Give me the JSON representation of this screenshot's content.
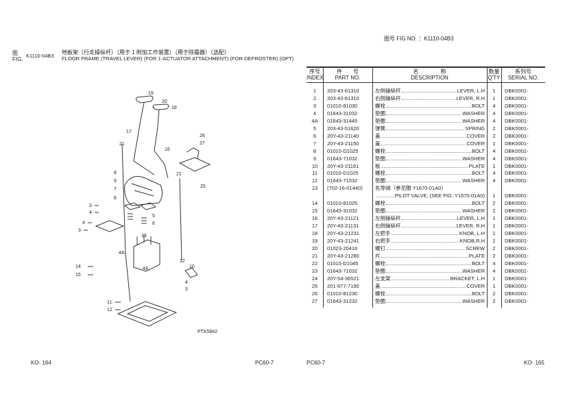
{
  "left_page": {
    "fig_label_cn": "图",
    "fig_label_en": "FIG.",
    "fig_no": "K1110-04B3",
    "title_cn": "地板架（行走操纵杆）（用于 1 附加工作装置）（用于除霜器）（选配）",
    "title_en": "FLOOR FRAME (TRAVEL LEVER) (FOR 1-ACTUATOR ATTACHMENT) (FOR DEFROSTER) (OPT)",
    "drawing_code": "PTK5842",
    "callouts": [
      "19",
      "20",
      "18",
      "17",
      "16",
      "26",
      "27",
      "25",
      "21",
      "21",
      "8",
      "9",
      "7",
      "6",
      "5",
      "6",
      "3",
      "4",
      "4",
      "3",
      "13",
      "4A",
      "4A",
      "12",
      "10",
      "4",
      "3",
      "14",
      "15",
      "11",
      "12"
    ],
    "footer_left": "KO- 164",
    "footer_right": "PC60-7"
  },
  "right_page": {
    "fig_no_label": "图号 FIG NO. ：K1110-04B3",
    "headers": {
      "index_cn": "序号",
      "index_en": "INDEX",
      "part_cn": "件　　号",
      "part_en": "PART NO.",
      "desc_cn": "名　　　　称",
      "desc_en": "DESCRIPTION",
      "qty_cn": "数量",
      "qty_en": "Q'TY",
      "serial_cn": "系列号",
      "serial_en": "SERIAL NO."
    },
    "rows": [
      {
        "index": "1",
        "part": "203-43-61310",
        "cn": "左侧操纵杆",
        "en": "LEVER, L.H",
        "qty": "1",
        "serial": "DBK0001-"
      },
      {
        "index": "2",
        "part": "203-43-61310",
        "cn": "右侧操纵杆",
        "en": "LEVER, R.H",
        "qty": "1",
        "serial": "DBK0001-"
      },
      {
        "index": "3",
        "part": "01010-81030",
        "cn": "螺栓",
        "en": "BOLT",
        "qty": "4",
        "serial": "DBK0001-"
      },
      {
        "index": "4",
        "part": "01643-31032",
        "cn": "垫圈",
        "en": "WASHER",
        "qty": "4",
        "serial": "DBK0001-"
      },
      {
        "index": "4A",
        "part": "01643-31445",
        "cn": "垫圈",
        "en": "WASHER",
        "qty": "4",
        "serial": "DBK0001-"
      },
      {
        "index": "5",
        "part": "203-43-51620",
        "cn": "弹簧",
        "en": "SPRING",
        "qty": "2",
        "serial": "DBK0001-"
      },
      {
        "index": "6",
        "part": "20Y-43-21140",
        "cn": "盖",
        "en": "COVER",
        "qty": "2",
        "serial": "DBK0001-"
      },
      {
        "index": "7",
        "part": "20Y-43-21150",
        "cn": "盖",
        "en": "COVER",
        "qty": "1",
        "serial": "DBK0001-"
      },
      {
        "index": "8",
        "part": "01010-D1025",
        "cn": "螺栓",
        "en": "BOLT",
        "qty": "4",
        "serial": "DBK0001-"
      },
      {
        "index": "9",
        "part": "01643-71032",
        "cn": "垫圈",
        "en": "WASHER",
        "qty": "4",
        "serial": "DBK0001-"
      },
      {
        "index": "10",
        "part": "20Y-43-21161",
        "cn": "板",
        "en": "PLATE",
        "qty": "1",
        "serial": "DBK0001-"
      },
      {
        "index": "11",
        "part": "01010-D1025",
        "cn": "螺栓",
        "en": "BOLT",
        "qty": "4",
        "serial": "DBK0001-"
      },
      {
        "index": "12",
        "part": "01643-71032",
        "cn": "垫圈",
        "en": "WASHER",
        "qty": "4",
        "serial": "DBK0001-"
      },
      {
        "index": "13",
        "part": "(702-16-01440)",
        "cn": "先导阀（参见图 Y1670-01A0）",
        "en": "",
        "qty": "",
        "serial": ""
      },
      {
        "index": "",
        "part": "",
        "cn": "",
        "en": "PILOT VALVE, (SEE FIG. Y1670-01A0)",
        "qty": "1",
        "serial": "DBK0001-"
      },
      {
        "index": "14",
        "part": "01010-81025",
        "cn": "螺栓",
        "en": "BOLT",
        "qty": "2",
        "serial": "DBK0001-"
      },
      {
        "index": "15",
        "part": "01643-31032",
        "cn": "垫圈",
        "en": "WASHER",
        "qty": "2",
        "serial": "DBK0001-"
      },
      {
        "index": "16",
        "part": "20Y-43-21121",
        "cn": "左侧操纵杆",
        "en": "LEVER, L.H",
        "qty": "1",
        "serial": "DBK0001-"
      },
      {
        "index": "17",
        "part": "20Y-43-21131",
        "cn": "右侧操纵杆",
        "en": "LEVER, R.H",
        "qty": "1",
        "serial": "DBK0001-"
      },
      {
        "index": "18",
        "part": "20Y-43-21231",
        "cn": "左把手",
        "en": "KNOB, L.H",
        "qty": "1",
        "serial": "DBK0001-"
      },
      {
        "index": "19",
        "part": "20Y-43-21241",
        "cn": "右把手",
        "en": "KNOB,R.H",
        "qty": "1",
        "serial": "DBK0001-"
      },
      {
        "index": "20",
        "part": "01023-20416",
        "cn": "螺钉",
        "en": "SCREW",
        "qty": "2",
        "serial": "DBK0001-"
      },
      {
        "index": "21",
        "part": "20Y-43-21280",
        "cn": "片",
        "en": "PLATE",
        "qty": "2",
        "serial": "DBK0001-"
      },
      {
        "index": "22",
        "part": "01010-D1045",
        "cn": "螺栓",
        "en": "BOLT",
        "qty": "4",
        "serial": "DBK0001-"
      },
      {
        "index": "23",
        "part": "01643-71032",
        "cn": "垫圈",
        "en": "WASHER",
        "qty": "4",
        "serial": "DBK0001-"
      },
      {
        "index": "24",
        "part": "20Y-54-36521",
        "cn": "左支架",
        "en": "BRACKET, L.H",
        "qty": "1",
        "serial": "DBK0001-"
      },
      {
        "index": "25",
        "part": "201-977-7190",
        "cn": "盖",
        "en": "COVER",
        "qty": "1",
        "serial": "DBK0001-"
      },
      {
        "index": "26",
        "part": "01010-81230",
        "cn": "螺栓",
        "en": "BOLT",
        "qty": "2",
        "serial": "DBK0001-"
      },
      {
        "index": "27",
        "part": "01643-31232",
        "cn": "垫圈",
        "en": "WASHER",
        "qty": "2",
        "serial": "DBK0001-"
      }
    ],
    "footer_left": "PC60-7",
    "footer_right": "KO- 165"
  }
}
